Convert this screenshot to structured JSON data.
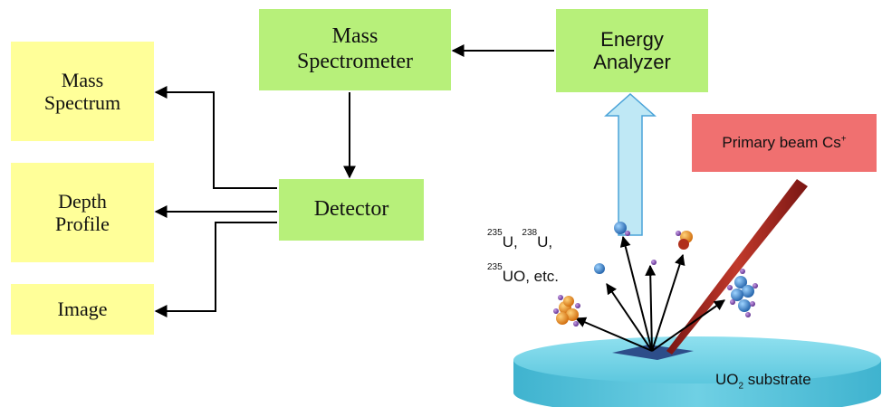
{
  "outputs": {
    "mass_spectrum": [
      "Mass",
      "Spectrum"
    ],
    "depth_profile": [
      "Depth",
      "Profile"
    ],
    "image": "Image"
  },
  "mass_spectrometer": [
    "Mass",
    "Spectrometer"
  ],
  "energy_analyzer": [
    "Energy",
    "Analyzer"
  ],
  "detector": "Detector",
  "primary_beam": {
    "text": "Primary beam Cs",
    "charge": "+"
  },
  "species": {
    "mass235": "235",
    "mass238": "238",
    "line1_a": "U, ",
    "line1_b": "U,",
    "line2": "UO, etc."
  },
  "substrate": {
    "prefix": "UO",
    "subscript": "2",
    "suffix": " substrate"
  },
  "colors": {
    "yellow_box": "#ffff99",
    "green_box": "#b7f07a",
    "red_box": "#f07070",
    "substrate": "#5cc7de",
    "beam": "#a8231f",
    "ion_arrow": "#bfe8f5"
  }
}
